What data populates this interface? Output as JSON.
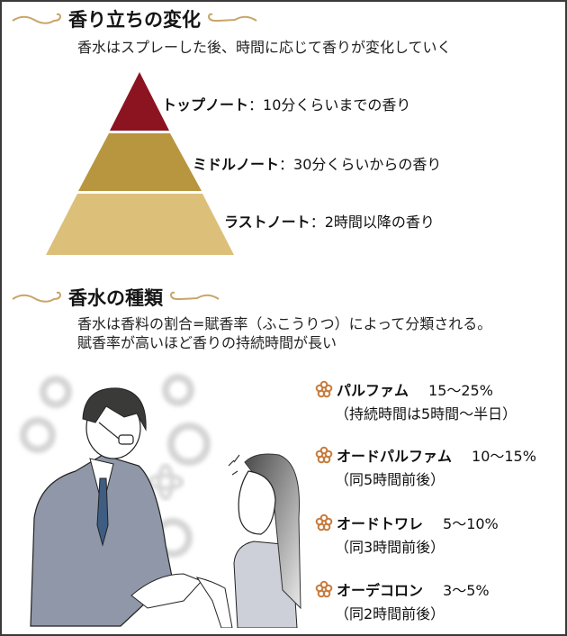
{
  "section1": {
    "title": "香り立ちの変化",
    "subtitle": "香水はスプレーした後、時間に応じて香りが変化していく",
    "notes": [
      {
        "name": "トップノート",
        "desc": "：10分くらいまでの香り",
        "color": "#8b1420"
      },
      {
        "name": "ミドルノート",
        "desc": "：30分くらいからの香り",
        "color": "#b8963f"
      },
      {
        "name": "ラストノート",
        "desc": "：2時間以降の香り",
        "color": "#dcc07a"
      }
    ]
  },
  "section2": {
    "title": "香水の種類",
    "line1": "香水は香料の割合=賦香率（ふこうりつ）によって分類される。",
    "line2": "賦香率が高いほど香りの持続時間が長い",
    "types": [
      {
        "name": "パルファム",
        "percent": "15～25%",
        "duration": "（持続時間は5時間～半日）"
      },
      {
        "name": "オードパルファム",
        "percent": "10～15%",
        "duration": "（同5時間前後）"
      },
      {
        "name": "オードトワレ",
        "percent": "5～10%",
        "duration": "（同3時間前後）"
      },
      {
        "name": "オーデコロン",
        "percent": "3～5%",
        "duration": "（同2時間前後）"
      }
    ]
  },
  "colors": {
    "swirl": "#c9a56a",
    "flower": "#c87a3a",
    "frame": "#3a3a3a"
  },
  "illustration": {
    "description": "man in suit and glasses handing a perfume to a smiling woman, scent circles in background"
  }
}
